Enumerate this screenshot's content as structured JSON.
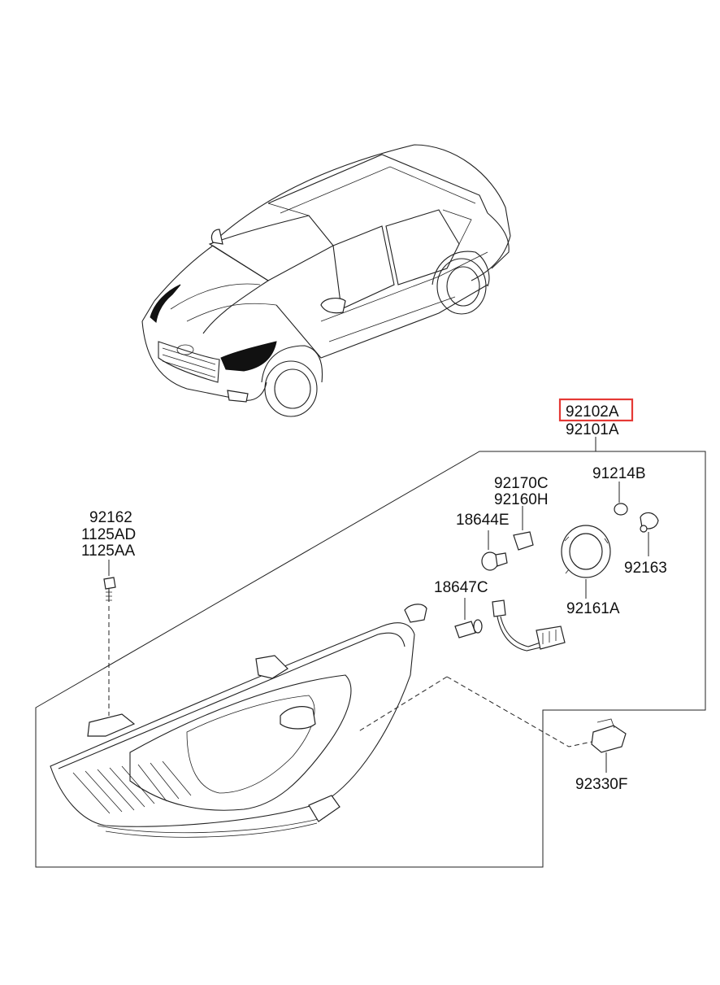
{
  "diagram": {
    "labels": {
      "p92102A": "92102A",
      "p92101A": "92101A",
      "p92170C": "92170C",
      "p92160H": "92160H",
      "p91214B": "91214B",
      "p18644E": "18644E",
      "p92163": "92163",
      "p18647C": "18647C",
      "p92161A": "92161A",
      "p92162": "92162",
      "p1125AD": "1125AD",
      "p1125AA": "1125AA",
      "p92330F": "92330F"
    },
    "highlighted_part": "92102A",
    "highlight_color": "#e53935"
  }
}
